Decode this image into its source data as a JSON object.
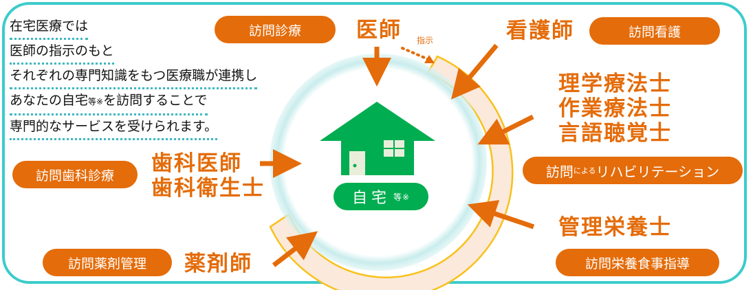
{
  "intro": [
    "在宅医療では",
    "医師の指示のもと",
    "それぞれの専門知識をもつ医療職が連携し",
    {
      "a": "あなたの自宅",
      "b": "等※",
      "c": "を訪問することで"
    },
    "専門的なサービスを受けられます。"
  ],
  "services": {
    "doctor": "訪問診療",
    "nurse": "訪問看護",
    "rehab_a": "訪問",
    "rehab_b": "による",
    "rehab_c": "リハビリテーション",
    "nutrition": "訪問栄養食事指導",
    "pharmacy": "訪問薬剤管理",
    "dental": "訪問歯科診療"
  },
  "roles": {
    "doctor": "医師",
    "instruction": "指示",
    "nurse": "看護師",
    "pt": "理学療法士",
    "ot": "作業療法士",
    "st": "言語聴覚士",
    "dentist": "歯科医師",
    "hygienist": "歯科衛生士",
    "dietitian": "管理栄養士",
    "pharmacist": "薬剤師"
  },
  "home": {
    "label": "自宅",
    "note": "等※"
  },
  "colors": {
    "accent": "#e46c0a",
    "green": "#00ad50",
    "teal": "#3ccbcb"
  }
}
